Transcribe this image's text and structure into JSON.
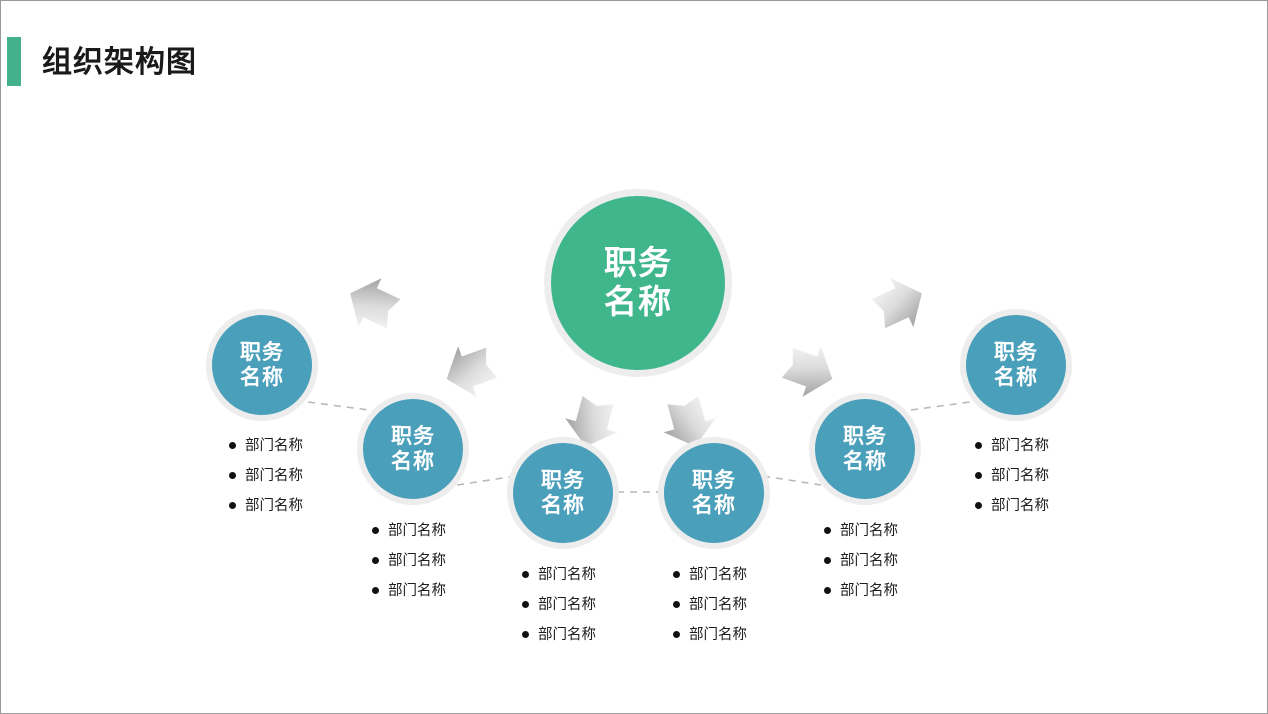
{
  "slide": {
    "title": "组织架构图",
    "accent_color": "#43b18c",
    "background_color": "#ffffff",
    "border_color": "#9a9a9a"
  },
  "diagram": {
    "type": "organization-chart",
    "center_node": {
      "line1": "职务",
      "line2": "名称",
      "color": "#40b68d",
      "ring_color": "#ededed"
    },
    "node_color": "#4a9fbb",
    "node_ring_color": "#ededed",
    "connector_color": "#b9b9b9",
    "arrow_color": "#cfcfcf",
    "bullet_label": "部门名称",
    "nodes": [
      {
        "id": "node-1",
        "line1": "职务",
        "line2": "名称",
        "bullets": [
          "部门名称",
          "部门名称",
          "部门名称"
        ]
      },
      {
        "id": "node-2",
        "line1": "职务",
        "line2": "名称",
        "bullets": [
          "部门名称",
          "部门名称",
          "部门名称"
        ]
      },
      {
        "id": "node-3",
        "line1": "职务",
        "line2": "名称",
        "bullets": [
          "部门名称",
          "部门名称",
          "部门名称"
        ]
      },
      {
        "id": "node-4",
        "line1": "职务",
        "line2": "名称",
        "bullets": [
          "部门名称",
          "部门名称",
          "部门名称"
        ]
      },
      {
        "id": "node-5",
        "line1": "职务",
        "line2": "名称",
        "bullets": [
          "部门名称",
          "部门名称",
          "部门名称"
        ]
      },
      {
        "id": "node-6",
        "line1": "职务",
        "line2": "名称",
        "bullets": [
          "部门名称",
          "部门名称",
          "部门名称"
        ]
      }
    ]
  }
}
